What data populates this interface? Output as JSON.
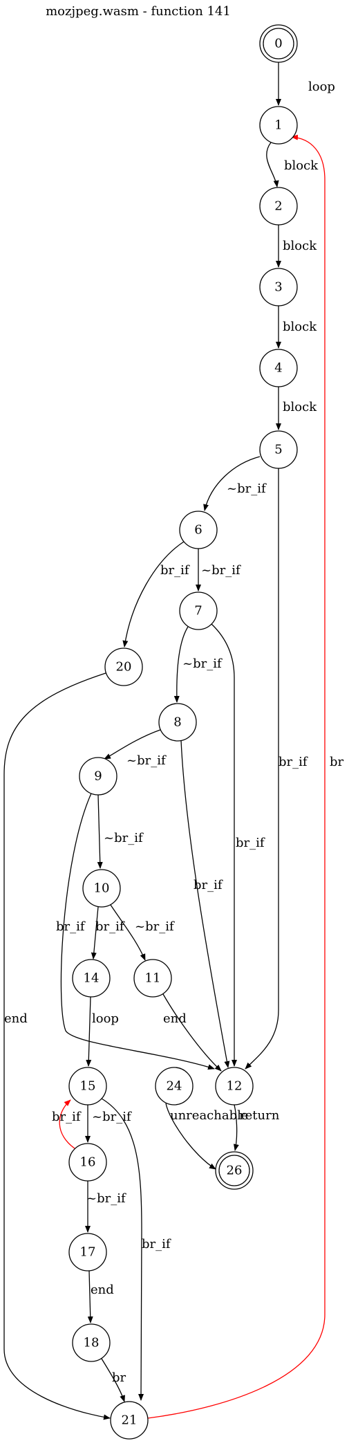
{
  "title": "mozjpeg.wasm - function 141",
  "colors": {
    "normal": "#000000",
    "back": "#ff0000"
  },
  "nodes": [
    {
      "id": "0",
      "label": "0",
      "double": true
    },
    {
      "id": "1",
      "label": "1"
    },
    {
      "id": "2",
      "label": "2"
    },
    {
      "id": "3",
      "label": "3"
    },
    {
      "id": "4",
      "label": "4"
    },
    {
      "id": "5",
      "label": "5"
    },
    {
      "id": "6",
      "label": "6"
    },
    {
      "id": "7",
      "label": "7"
    },
    {
      "id": "20",
      "label": "20"
    },
    {
      "id": "8",
      "label": "8"
    },
    {
      "id": "9",
      "label": "9"
    },
    {
      "id": "10",
      "label": "10"
    },
    {
      "id": "14",
      "label": "14"
    },
    {
      "id": "11",
      "label": "11"
    },
    {
      "id": "15",
      "label": "15"
    },
    {
      "id": "24",
      "label": "24"
    },
    {
      "id": "12",
      "label": "12"
    },
    {
      "id": "26",
      "label": "26",
      "double": true
    },
    {
      "id": "16",
      "label": "16"
    },
    {
      "id": "17",
      "label": "17"
    },
    {
      "id": "18",
      "label": "18"
    },
    {
      "id": "21",
      "label": "21"
    }
  ],
  "edges": [
    {
      "from": "0",
      "to": "1",
      "label": "loop"
    },
    {
      "from": "1",
      "to": "2",
      "label": "block"
    },
    {
      "from": "2",
      "to": "3",
      "label": "block"
    },
    {
      "from": "3",
      "to": "4",
      "label": "block"
    },
    {
      "from": "4",
      "to": "5",
      "label": "block"
    },
    {
      "from": "5",
      "to": "6",
      "label": "~br_if"
    },
    {
      "from": "5",
      "to": "12",
      "label": "br_if"
    },
    {
      "from": "6",
      "to": "20",
      "label": "br_if"
    },
    {
      "from": "6",
      "to": "7",
      "label": "~br_if"
    },
    {
      "from": "7",
      "to": "8",
      "label": "~br_if"
    },
    {
      "from": "7",
      "to": "12",
      "label": "br_if"
    },
    {
      "from": "8",
      "to": "9",
      "label": "~br_if"
    },
    {
      "from": "8",
      "to": "12",
      "label": "br_if"
    },
    {
      "from": "9",
      "to": "10",
      "label": "~br_if"
    },
    {
      "from": "9",
      "to": "12",
      "label": "br_if"
    },
    {
      "from": "10",
      "to": "14",
      "label": "br_if"
    },
    {
      "from": "10",
      "to": "11",
      "label": "~br_if"
    },
    {
      "from": "11",
      "to": "12",
      "label": "end"
    },
    {
      "from": "14",
      "to": "15",
      "label": "loop"
    },
    {
      "from": "20",
      "to": "21",
      "label": "end"
    },
    {
      "from": "24",
      "to": "26",
      "label": "unreachable"
    },
    {
      "from": "12",
      "to": "26",
      "label": "return"
    },
    {
      "from": "15",
      "to": "16",
      "label": "~br_if"
    },
    {
      "from": "16",
      "to": "15",
      "label": "br_if",
      "back": true
    },
    {
      "from": "15",
      "to": "21",
      "label": "br_if"
    },
    {
      "from": "16",
      "to": "17",
      "label": "~br_if"
    },
    {
      "from": "17",
      "to": "18",
      "label": "end"
    },
    {
      "from": "18",
      "to": "21",
      "label": "br"
    },
    {
      "from": "21",
      "to": "1",
      "label": "br",
      "back": true
    }
  ]
}
